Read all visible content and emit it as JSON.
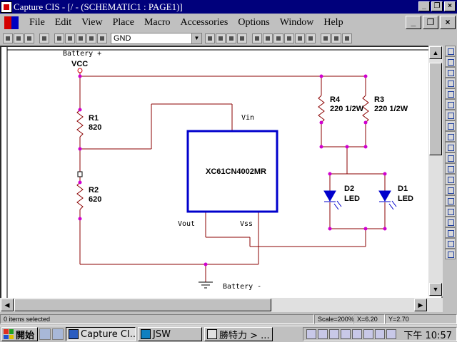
{
  "window": {
    "title": "Capture CIS - [/ - (SCHEMATIC1 : PAGE1)]"
  },
  "menu": [
    "File",
    "Edit",
    "View",
    "Place",
    "Macro",
    "Accessories",
    "Options",
    "Window",
    "Help"
  ],
  "toolbar": {
    "part_value": "GND"
  },
  "schematic": {
    "battery_plus": "Battery +",
    "vcc": "VCC",
    "r1_ref": "R1",
    "r1_val": "820",
    "r2_ref": "R2",
    "r2_val": "620",
    "r3_ref": "R3",
    "r3_val": "220 1/2W",
    "r4_ref": "R4",
    "r4_val": "220 1/2W",
    "d1_ref": "D1",
    "d1_val": "LED",
    "d2_ref": "D2",
    "d2_val": "LED",
    "ic_name": "XC61CN4002MR",
    "pin_vin": "Vin",
    "pin_vout": "Vout",
    "pin_vss": "Vss",
    "battery_minus": "Battery -"
  },
  "status": {
    "selection": "0 items selected",
    "scale": "Scale=200%",
    "x": "X=6.20",
    "y": "Y=2.70"
  },
  "taskbar": {
    "start": "開始",
    "tasks": [
      "Capture CI...",
      "JSW",
      "勝特力 > ..."
    ],
    "clock": "下午 10:57"
  }
}
